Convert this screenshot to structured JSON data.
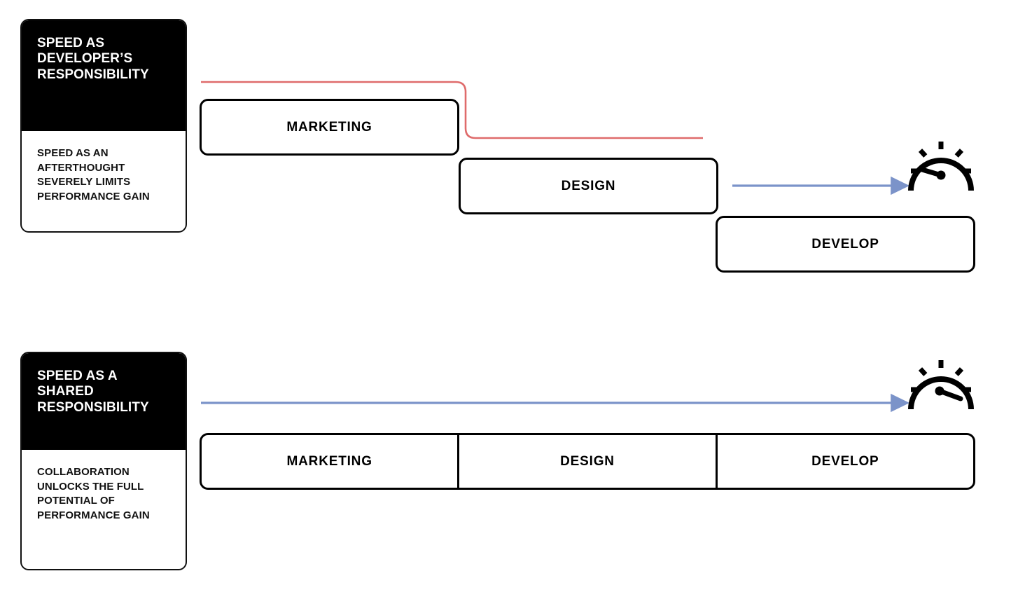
{
  "diagram": {
    "title_implicit": "Speed as developer's responsibility vs shared responsibility",
    "colors": {
      "accent_red": "#DF6B6B",
      "accent_blue": "#7B93C9",
      "ink": "#000000",
      "card_header_bg": "#000000",
      "card_header_text": "#FFFFFF",
      "canvas": "#FFFFFF"
    }
  },
  "sections": [
    {
      "id": "sequential",
      "card": {
        "heading": "SPEED AS DEVELOPER’S RESPONSIBILITY",
        "body": "SPEED AS AN AFTERTHOUGHT SEVERELY LIMITS PERFORMANCE GAIN"
      },
      "phases": [
        {
          "label": "MARKETING"
        },
        {
          "label": "DESIGN"
        },
        {
          "label": "DEVELOP"
        }
      ],
      "connectors": [
        {
          "name": "red-step-line",
          "color": "#DF6B6B",
          "style": "stepped",
          "arrow": false
        },
        {
          "name": "blue-arrow-short",
          "color": "#7B93C9",
          "style": "straight",
          "arrow": true
        }
      ],
      "gauge": {
        "name": "speedometer-low",
        "needle": "low",
        "needle_angle_deg": -160
      }
    },
    {
      "id": "shared",
      "card": {
        "heading": "SPEED AS A SHARED RESPONSIBILITY",
        "body": "COLLABORATION UNLOCKS THE FULL POTENTIAL OF PERFORMANCE GAIN"
      },
      "phases": [
        {
          "label": "MARKETING"
        },
        {
          "label": "DESIGN"
        },
        {
          "label": "DEVELOP"
        }
      ],
      "connectors": [
        {
          "name": "blue-arrow-long",
          "color": "#7B93C9",
          "style": "straight",
          "arrow": true
        }
      ],
      "gauge": {
        "name": "speedometer-high",
        "needle": "high",
        "needle_angle_deg": -20
      }
    }
  ]
}
